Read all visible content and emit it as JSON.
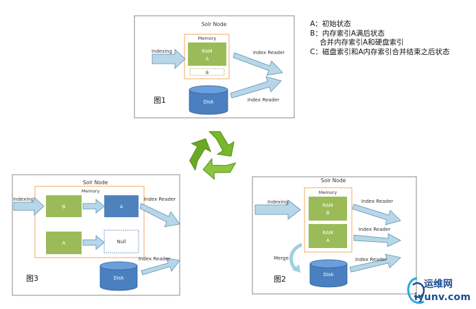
{
  "common": {
    "solr_node": "Solr Node",
    "memory": "Memory",
    "indexing": "Indexing",
    "index_reader": "Index Reader",
    "disk": "Disk",
    "ram": "RAM"
  },
  "fig1": {
    "caption": "图1",
    "ram_sub": "A",
    "b_box": "B"
  },
  "fig2": {
    "caption": "图2",
    "ram1_sub": "B",
    "ram2_sub": "A",
    "merge": "Merge"
  },
  "fig3": {
    "caption": "图3",
    "b_label": "B",
    "a_label": "A",
    "a2_label": "A",
    "null_label": "Null"
  },
  "legend": [
    {
      "text": "A：初始状态",
      "indent": false
    },
    {
      "text": "B：内存索引A满后状态",
      "indent": false
    },
    {
      "text": "合并内存索引A和硬盘索引",
      "indent": true
    },
    {
      "text": "C：磁盘索引和A内存索引合并结束之后状态",
      "indent": false
    }
  ],
  "watermark": {
    "cn": "运维网",
    "en": "iyunv.com"
  },
  "colors": {
    "green_box": "#9bbb59",
    "blue_box": "#4f81bd",
    "arrow_fill": "#b7d7e8",
    "arrow_stroke": "#5a8fb0",
    "memory_border": "#f0a860",
    "recycle": "#76b82a"
  }
}
